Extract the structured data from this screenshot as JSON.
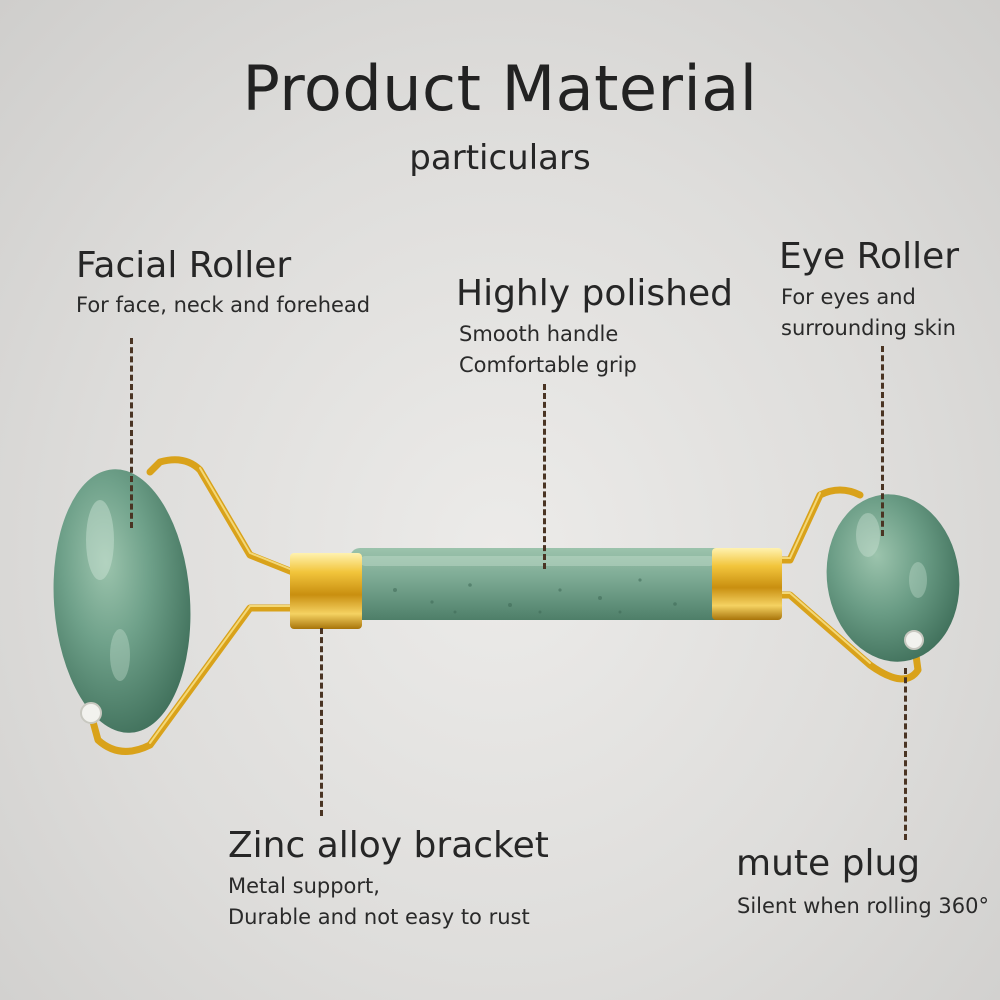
{
  "title": "Product Material",
  "subtitle": "particulars",
  "callouts": {
    "facial_roller": {
      "heading": "Facial Roller",
      "description": "For face, neck and forehead"
    },
    "highly_polished": {
      "heading": "Highly polished",
      "line1": "Smooth handle",
      "line2": "Comfortable grip"
    },
    "eye_roller": {
      "heading": "Eye Roller",
      "line1": "For eyes and",
      "line2": "surrounding skin"
    },
    "zinc_bracket": {
      "heading": "Zinc alloy bracket",
      "line1": "Metal support,",
      "line2": "Durable and not easy to rust"
    },
    "mute_plug": {
      "heading": "mute plug",
      "description": "Silent when rolling 360°"
    }
  },
  "colors": {
    "jade": "#6fa18a",
    "jade_dark": "#4d7f69",
    "gold": "#d9a21a",
    "leader": "#4a3423",
    "background": "#dedddb"
  }
}
